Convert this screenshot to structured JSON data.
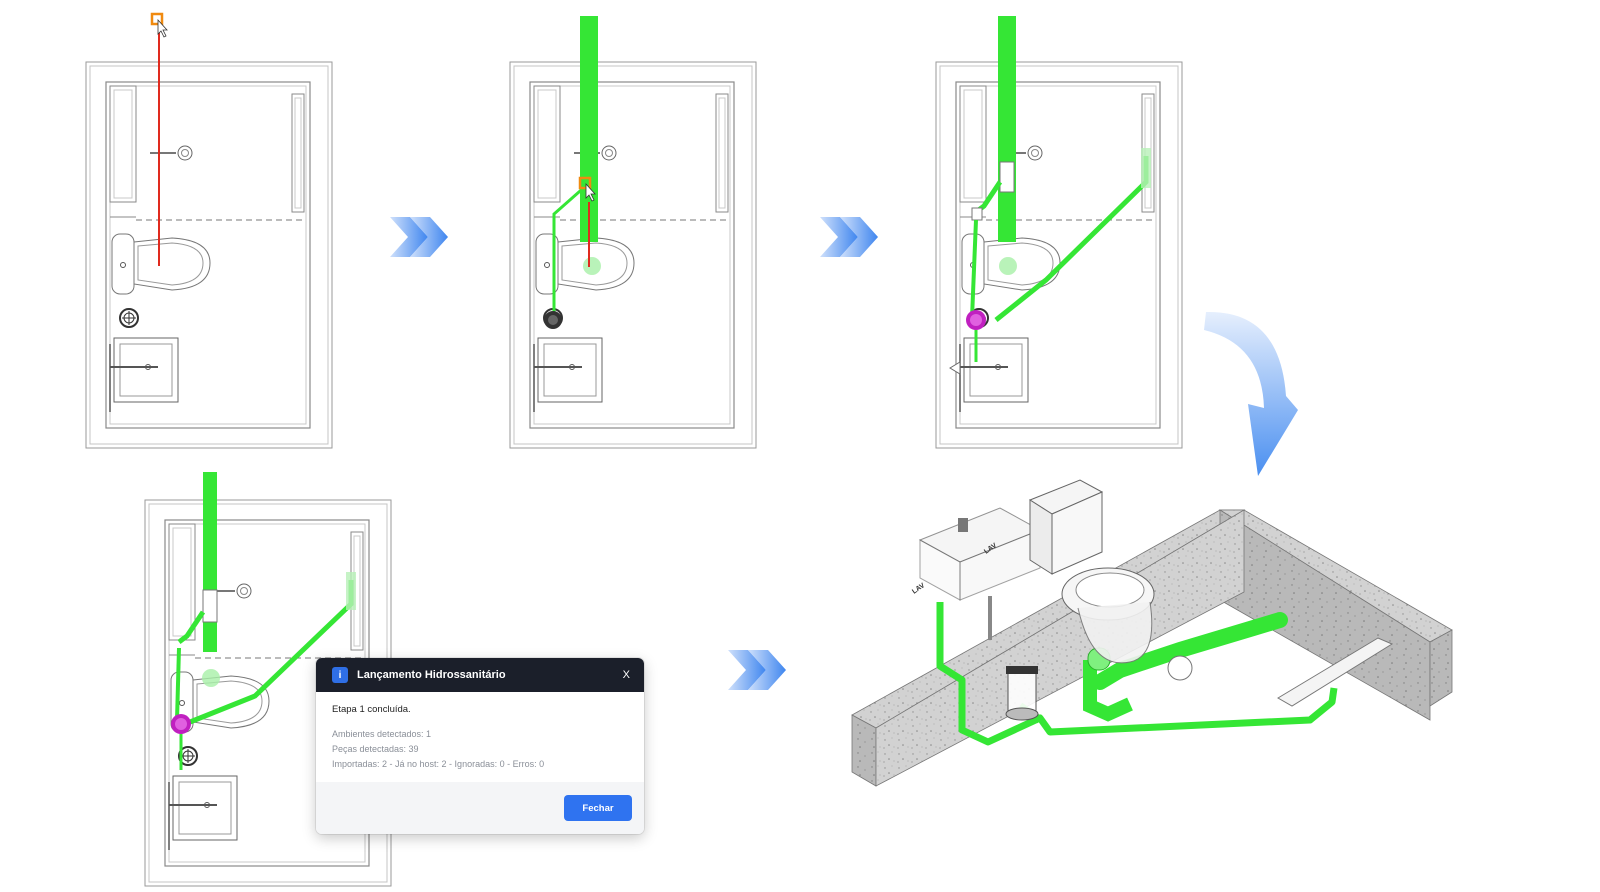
{
  "dialog": {
    "icon_letter": "i",
    "title": "Lançamento Hidrossanitário",
    "close_label": "X",
    "status": "Etapa 1 concluída.",
    "lines": [
      "Ambientes detectados: 1",
      "Peças detectadas: 39",
      "Importadas: 2 - Já no host: 2 - Ignoradas: 0 - Erros: 0"
    ],
    "button_label": "Fechar"
  },
  "iso_labels": {
    "lav1": "LAV",
    "lav2": "LAV"
  },
  "colors": {
    "pipe_green": "#35e635",
    "draw_red": "#e02a1e",
    "cursor_orange": "#f08a10",
    "arrow_blue": "#4a8ff0",
    "line_gray": "#7a7a7a",
    "dialog_header": "#1b1f2a",
    "button_blue": "#2f73f0"
  },
  "icons": [
    "chevron-double-right-icon",
    "curved-arrow-down-icon",
    "info-icon",
    "close-icon",
    "cursor-icon"
  ]
}
